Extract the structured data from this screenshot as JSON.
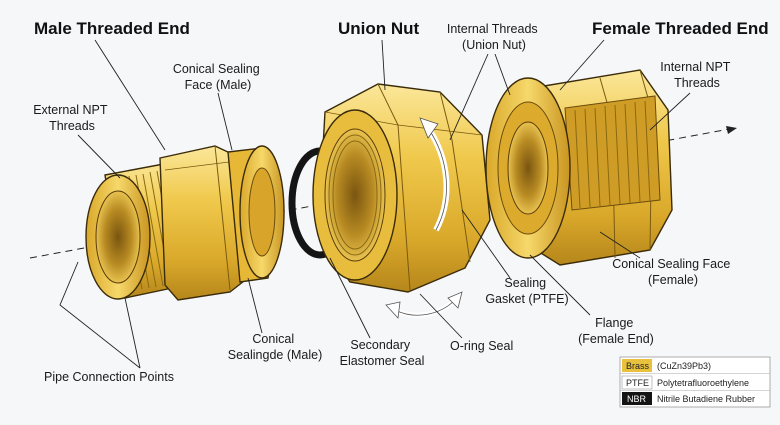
{
  "titles": {
    "male_end": "Male Threaded End",
    "union_nut": "Union Nut",
    "female_end": "Female Threaded End"
  },
  "labels": {
    "conical_face_male": [
      "Conical Sealing",
      "Face (Male)"
    ],
    "external_npt": [
      "External NPT",
      "Threads"
    ],
    "internal_threads_nut": [
      "Internal Threads",
      "(Union Nut)"
    ],
    "internal_npt": [
      "Internal NPT",
      "Threads"
    ],
    "pipe_connection": "Pipe Connection Points",
    "conical_sealing_male_bottom": [
      "Conical",
      "Sealingde (Male)"
    ],
    "secondary_seal": [
      "Secondary",
      "Elastomer Seal"
    ],
    "oring_seal": "O-ring Seal",
    "sealing_gasket": [
      "Sealing",
      "Gasket (PTFE)"
    ],
    "flange": [
      "Flange",
      "(Female End)"
    ],
    "conical_face_female": [
      "Conical Sealing Face",
      "(Female)"
    ]
  },
  "legend": [
    {
      "key": "Brass",
      "desc": "(CuZn39Pb3)",
      "color": "#e9c13d"
    },
    {
      "key": "PTFE",
      "desc": "Polytetrafluoroethylene",
      "color": "#ffffff"
    },
    {
      "key": "NBR",
      "desc": "Nitrile Butadiene Rubber",
      "color": "#141414"
    }
  ],
  "colors": {
    "brass_light": "#f5d870",
    "brass_mid": "#e3b433",
    "brass_dark": "#b8871a",
    "ptfe": "#f4f4f4",
    "nbr": "#151515"
  }
}
